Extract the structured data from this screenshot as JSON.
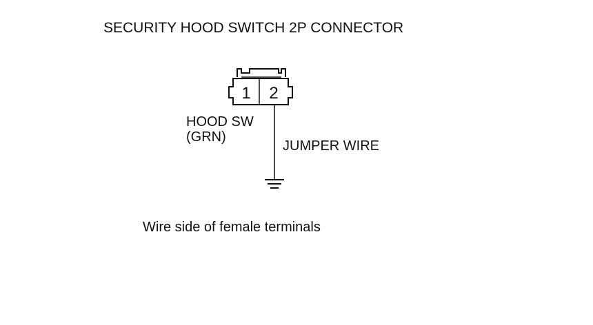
{
  "diagram": {
    "title": "SECURITY HOOD SWITCH 2P CONNECTOR",
    "connector": {
      "terminals": [
        "1",
        "2"
      ]
    },
    "labels": {
      "hood_sw_line1": "HOOD SW",
      "hood_sw_line2": "(GRN)",
      "jumper_wire": "JUMPER WIRE"
    },
    "caption": "Wire side of female terminals"
  }
}
